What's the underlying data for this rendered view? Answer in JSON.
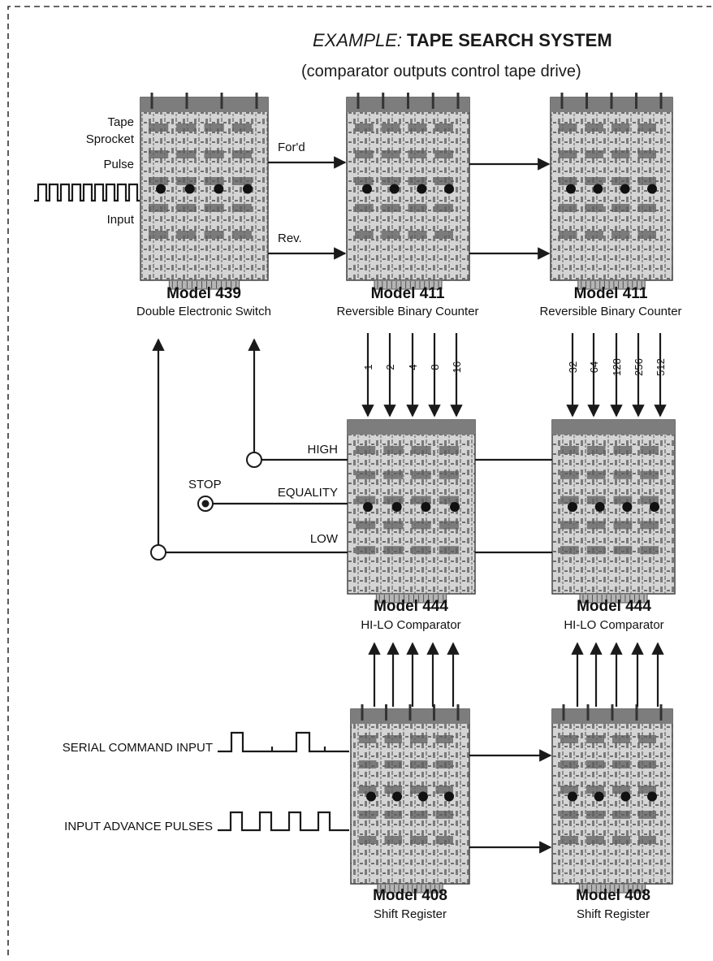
{
  "title": {
    "prefix": "EXAMPLE:",
    "main": "TAPE SEARCH SYSTEM"
  },
  "subtitle": "(comparator outputs control tape drive)",
  "modules": {
    "m439": {
      "name": "Model 439",
      "desc": "Double Electronic Switch"
    },
    "m411a": {
      "name": "Model 411",
      "desc": "Reversible Binary Counter"
    },
    "m411b": {
      "name": "Model 411",
      "desc": "Reversible Binary Counter"
    },
    "m444a": {
      "name": "Model 444",
      "desc": "HI-LO Comparator"
    },
    "m444b": {
      "name": "Model 444",
      "desc": "HI-LO Comparator"
    },
    "m408a": {
      "name": "Model 408",
      "desc": "Shift Register"
    },
    "m408b": {
      "name": "Model 408",
      "desc": "Shift Register"
    }
  },
  "input_label": {
    "line1": "Tape",
    "line2": "Sprocket",
    "line3": "Pulse",
    "line4": "Input"
  },
  "signals": {
    "forward": "For'd",
    "reverse": "Rev."
  },
  "comparator_outputs": {
    "high": "HIGH",
    "equality": "EQUALITY",
    "low": "LOW",
    "stop": "STOP"
  },
  "bits_low": [
    "1",
    "2",
    "4",
    "8",
    "16"
  ],
  "bits_high": [
    "32",
    "64",
    "128",
    "256",
    "512"
  ],
  "inputs": {
    "serial": "SERIAL COMMAND INPUT",
    "advance": "INPUT ADVANCE PULSES"
  },
  "colors": {
    "ink": "#1a1a1a",
    "board": "#c9c9c9",
    "board_dark": "#6b6b6b",
    "connector": "#8a8a8a"
  }
}
